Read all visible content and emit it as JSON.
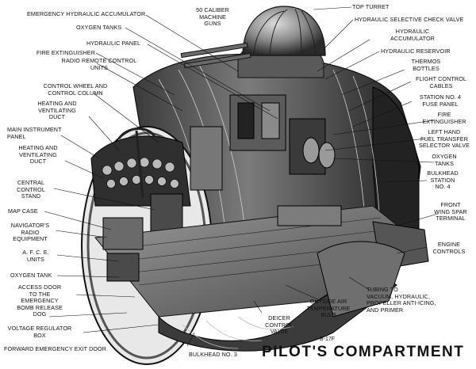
{
  "diagram": {
    "title": "PILOT'S COMPARTMENT",
    "model": "B-17F",
    "labels": {
      "emergency_hydraulic_accumulator": "EMERGENCY HYDRAULIC ACCUMULATOR",
      "oxygen_tanks_top": "OXYGEN TANKS",
      "hydraulic_panel": "HYDRAULIC PANEL",
      "fire_extinguisher_left": "FIRE EXTINGUISHER",
      "radio_remote_control_1": "RADIO REMOTE CONTROL",
      "radio_remote_control_2": "UNITS",
      "control_wheel": "CONTROL WHEEL AND",
      "control_column": "CONTROL COLUMN",
      "heating_duct_a1": "HEATING AND",
      "heating_duct_a2": "VENTILATING",
      "heating_duct_a3": "DUCT",
      "main_instrument_1": "MAIN INSTRUMENT",
      "main_instrument_2": "PANEL",
      "heating_duct_b1": "HEATING AND",
      "heating_duct_b2": "VENTILATING",
      "heating_duct_b3": "DUCT",
      "central_control_1": "CENTRAL",
      "central_control_2": "CONTROL",
      "central_control_3": "STAND",
      "map_case": "MAP CASE",
      "navigator_radio_1": "NAVIGATOR'S",
      "navigator_radio_2": "RADIO",
      "navigator_radio_3": "EQUIPMENT",
      "afce_1": "A. F. C. E.",
      "afce_2": "UNITS",
      "oxygen_tank": "OXYGEN TANK",
      "access_door_1": "ACCESS DOOR",
      "access_door_2": "TO THE",
      "access_door_3": "EMERGENCY",
      "access_door_4": "BOMB RELEASE",
      "access_door_5": "DOG",
      "voltage_regulator_1": "VOLTAGE REGULATOR",
      "voltage_regulator_2": "BOX",
      "forward_exit_door": "FORWARD EMERGENCY EXIT DOOR",
      "bulkhead_no3": "BULKHEAD No. 3",
      "caliber_1": "50 CALIBER",
      "caliber_2": "MACHINE",
      "caliber_3": "GUNS",
      "top_turret": "TOP TURRET",
      "hydraulic_check_valve": "HYDRAULIC SELECTIVE CHECK VALVE",
      "hydraulic_accumulator_1": "HYDRAULIC",
      "hydraulic_accumulator_2": "ACCUMULATOR",
      "hydraulic_reservoir": "HYDRAULIC RESERVOIR",
      "thermos_1": "THERMOS",
      "thermos_2": "BOTTLES",
      "flight_cables_1": "FLIGHT CONTROL",
      "flight_cables_2": "CABLES",
      "station4_fuse_1": "STATION No. 4",
      "station4_fuse_2": "FUSE PANEL",
      "fire_ext_right_1": "FIRE",
      "fire_ext_right_2": "EXTINGUISHER",
      "fuel_transfer_1": "LEFT HAND",
      "fuel_transfer_2": "FUEL TRANSFER",
      "fuel_transfer_3": "SELECTOR VALVE",
      "oxygen_tanks_r1": "OXYGEN",
      "oxygen_tanks_r2": "TANKS",
      "bulkhead_station_1": "BULKHEAD",
      "bulkhead_station_2": "STATION",
      "bulkhead_station_3": "No. 4",
      "wing_spar_1": "FRONT",
      "wing_spar_2": "WING SPAR",
      "wing_spar_3": "TERMINAL",
      "engine_controls_1": "ENGINE",
      "engine_controls_2": "CONTROLS",
      "tubing_1": "TUBING TO",
      "tubing_2": "VACUUM, HYDRAULIC,",
      "tubing_3": "PROPELLER ANTI-ICING,",
      "tubing_4": "AND PRIMER",
      "outside_air_1": "OUTSIDE AIR",
      "outside_air_2": "TEMPERATURE",
      "outside_air_3": "BULB",
      "deicer_1": "DEICER",
      "deicer_2": "CONTROL",
      "deicer_3": "VALVE"
    }
  }
}
